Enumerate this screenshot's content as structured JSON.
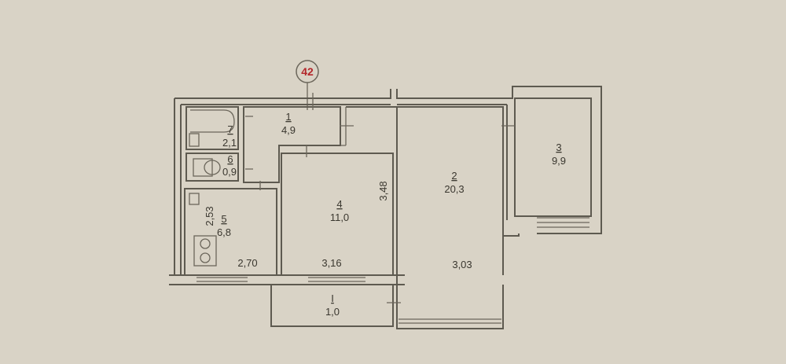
{
  "plan": {
    "apartment_number": "42",
    "rooms": [
      {
        "number": "1",
        "area": "4,9"
      },
      {
        "number": "2",
        "area": "20,3"
      },
      {
        "number": "3",
        "area": "9,9"
      },
      {
        "number": "4",
        "area": "11,0"
      },
      {
        "number": "5",
        "area": "6,8"
      },
      {
        "number": "6",
        "area": "0,9"
      },
      {
        "number": "7",
        "area": "2,1"
      },
      {
        "number": "I",
        "area": "1,0"
      }
    ],
    "dimensions": {
      "room4_height": "3,48",
      "room4_width": "3,16",
      "room5_height": "2,53",
      "room5_width": "2,70",
      "room2_width": "3,03"
    },
    "colors": {
      "paper": "#d9d3c6",
      "lines": "#5e5a50",
      "marker": "#b3262a"
    }
  }
}
